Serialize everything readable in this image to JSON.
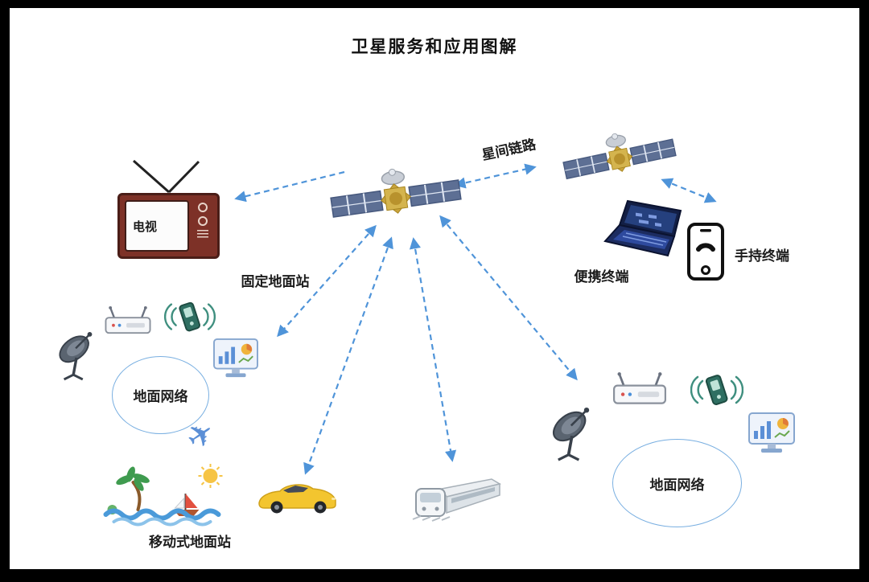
{
  "title": "卫星服务和应用图解",
  "colors": {
    "arrow-color": "#4f94d9",
    "ellipse-border": "#79afe1",
    "title-color": "#111111",
    "label-color": "#1c1c1c"
  },
  "satellites": {
    "link_label": "星间链路"
  },
  "left_group": {
    "tv_label": "电视",
    "fixed_ground_station_label": "固定地面站",
    "network_label": "地面网络",
    "mobile_ground_station_label": "移动式地面站"
  },
  "right_group": {
    "portable_terminal_label": "便携终端",
    "handheld_terminal_label": "手持终端",
    "network_label": "地面网络"
  },
  "icons": {
    "airplane_glyph": "✈"
  }
}
